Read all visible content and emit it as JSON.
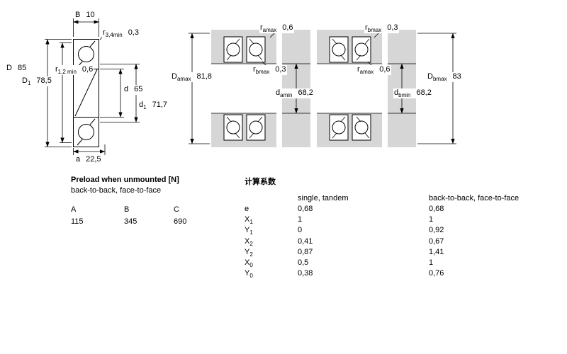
{
  "drawing": {
    "section": {
      "b": {
        "base": "B",
        "sub": "",
        "value": "10"
      },
      "r34": {
        "base": "r",
        "sub": "3,4min",
        "value": "0,3"
      },
      "D": {
        "base": "D",
        "sub": "",
        "value": "85"
      },
      "r12": {
        "base": "r",
        "sub": "1,2 min",
        "value": "0,6"
      },
      "D1": {
        "base": "D",
        "sub": "1",
        "value": "78,5"
      },
      "d": {
        "base": "d",
        "sub": "",
        "value": "65"
      },
      "d1": {
        "base": "d",
        "sub": "1",
        "value": "71,7"
      },
      "a": {
        "base": "a",
        "sub": "",
        "value": "22,5"
      }
    },
    "arr1": {
      "ramax": {
        "base": "r",
        "sub": "amax",
        "value": "0,6"
      },
      "rbmax": {
        "base": "r",
        "sub": "bmax",
        "value": "0,3"
      },
      "Damax": {
        "base": "D",
        "sub": "amax",
        "value": "81,8"
      },
      "damin": {
        "base": "d",
        "sub": "amin",
        "value": "68,2"
      }
    },
    "arr2": {
      "rbmax": {
        "base": "r",
        "sub": "bmax",
        "value": "0,3"
      },
      "ramax": {
        "base": "r",
        "sub": "amax",
        "value": "0,6"
      },
      "Dbmax": {
        "base": "D",
        "sub": "bmax",
        "value": "83"
      },
      "dbmin": {
        "base": "d",
        "sub": "bmin",
        "value": "68,2"
      }
    }
  },
  "preload": {
    "title": "Preload when unmounted [N]",
    "subtitle": "back-to-back, face-to-face",
    "headers": [
      "A",
      "B",
      "C"
    ],
    "values": [
      "115",
      "345",
      "690"
    ]
  },
  "factors": {
    "title": "计算系数",
    "col1": "single, tandem",
    "col2": "back-to-back, face-to-face",
    "rows": [
      {
        "base": "e",
        "sub": "",
        "v1": "0,68",
        "v2": "0,68"
      },
      {
        "base": "X",
        "sub": "1",
        "v1": "1",
        "v2": "1"
      },
      {
        "base": "Y",
        "sub": "1",
        "v1": "0",
        "v2": "0,92"
      },
      {
        "base": "X",
        "sub": "2",
        "v1": "0,41",
        "v2": "0,67"
      },
      {
        "base": "Y",
        "sub": "2",
        "v1": "0,87",
        "v2": "1,41"
      },
      {
        "base": "X",
        "sub": "0",
        "v1": "0,5",
        "v2": "1"
      },
      {
        "base": "Y",
        "sub": "0",
        "v1": "0,38",
        "v2": "0,76"
      }
    ]
  }
}
